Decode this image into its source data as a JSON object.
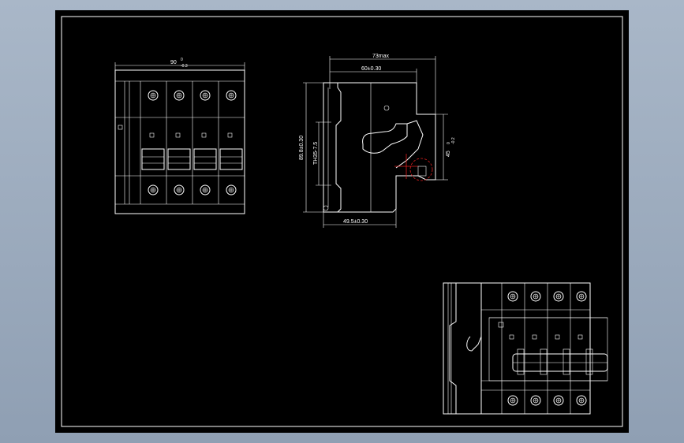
{
  "drawing": {
    "background": "#000000",
    "line_color": "#ffffff",
    "center_mark_color": "#e02020",
    "front_view": {
      "width_dim": "90",
      "width_tol_upper": "0",
      "width_tol_lower": "-0.3",
      "poles": 4
    },
    "side_view": {
      "overall_width_dim": "73max",
      "top_width_dim": "60±0.30",
      "height_dim": "89.8±0.30",
      "rail_dim": "TH35-7.5",
      "right_dim": "45",
      "right_tol_upper": "0",
      "right_tol_lower": "-0.2",
      "base_width_dim": "49.5±0.30"
    },
    "iso_view": {
      "poles": 4
    }
  }
}
